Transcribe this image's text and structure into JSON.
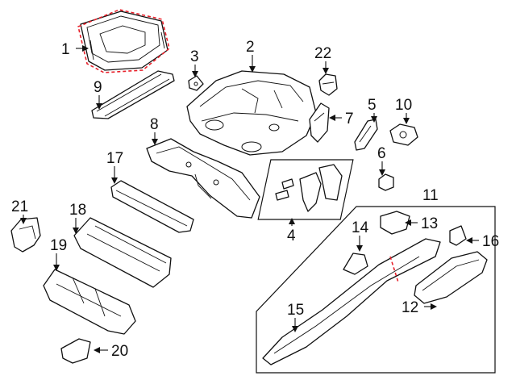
{
  "diagram": {
    "colors": {
      "line": "#111111",
      "highlight": "#e8202a",
      "background": "#ffffff"
    },
    "callouts": [
      {
        "id": "c1",
        "label": "1"
      },
      {
        "id": "c2",
        "label": "2"
      },
      {
        "id": "c3",
        "label": "3"
      },
      {
        "id": "c4",
        "label": "4"
      },
      {
        "id": "c5",
        "label": "5"
      },
      {
        "id": "c6",
        "label": "6"
      },
      {
        "id": "c7",
        "label": "7"
      },
      {
        "id": "c8",
        "label": "8"
      },
      {
        "id": "c9",
        "label": "9"
      },
      {
        "id": "c10",
        "label": "10"
      },
      {
        "id": "c11",
        "label": "11"
      },
      {
        "id": "c12",
        "label": "12"
      },
      {
        "id": "c13",
        "label": "13"
      },
      {
        "id": "c14",
        "label": "14"
      },
      {
        "id": "c15",
        "label": "15"
      },
      {
        "id": "c16",
        "label": "16"
      },
      {
        "id": "c17",
        "label": "17"
      },
      {
        "id": "c18",
        "label": "18"
      },
      {
        "id": "c19",
        "label": "19"
      },
      {
        "id": "c20",
        "label": "20"
      },
      {
        "id": "c21",
        "label": "21"
      },
      {
        "id": "c22",
        "label": "22"
      }
    ]
  }
}
